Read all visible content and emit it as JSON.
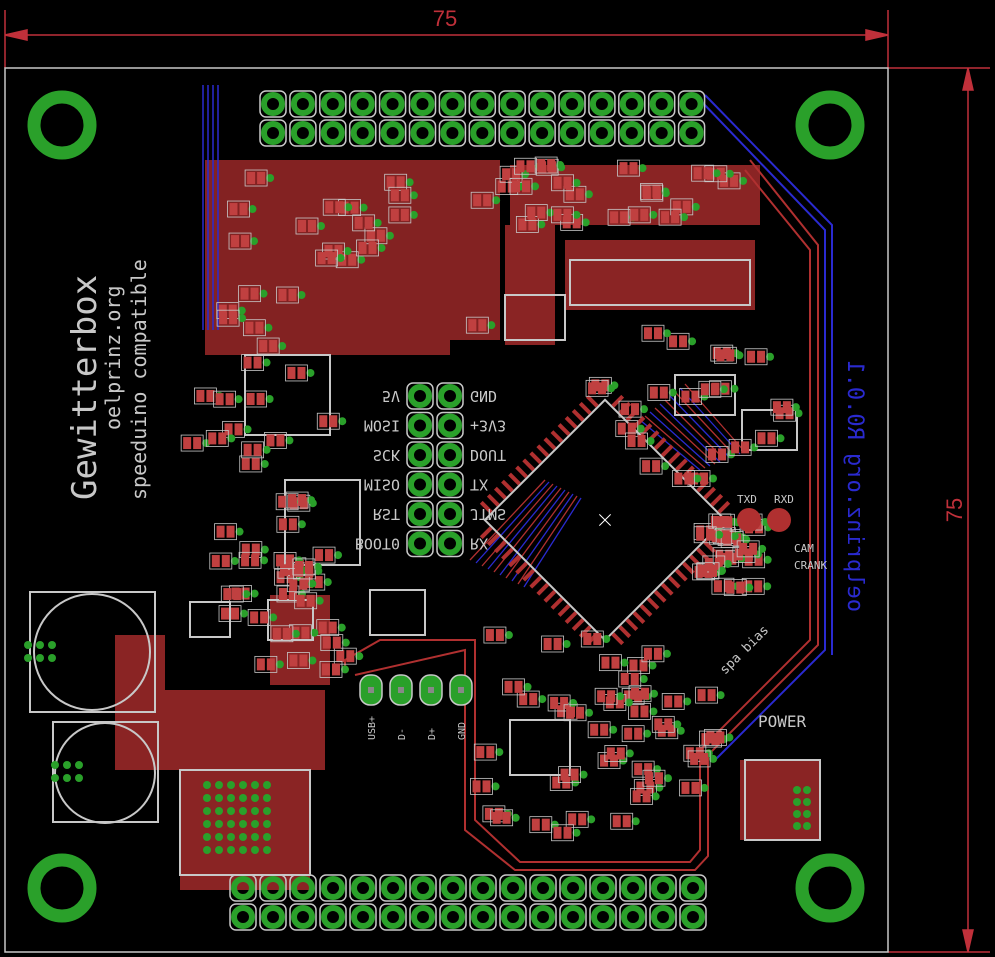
{
  "board": {
    "width_dimension": "75",
    "height_dimension": "75",
    "title": "Gewitterbox",
    "subtitle": "oelprinz.org",
    "compat": "speeduino compatible",
    "revision": "oelprinz.org R0.0.1"
  },
  "labels": {
    "txd": "TXD",
    "rxd": "RXD",
    "cam": "CAM",
    "crank": "CRANK",
    "spa_bias": "spa bias",
    "power": "POWER"
  },
  "usb_pins": [
    "USB+",
    "D-",
    "D+",
    "GND"
  ],
  "header_left_labels": [
    "5V",
    "MOSI",
    "SCK",
    "MISO",
    "RST",
    "BOOT0"
  ],
  "header_right_labels": [
    "GND",
    "+3V3",
    "DOUT",
    "TX",
    "JTMS",
    "RX"
  ],
  "colors": {
    "background": "#000000",
    "top_copper": "#b03030",
    "bottom_copper": "#2a2ad0",
    "pad": "#2aa02a",
    "silkscreen": "#c8c8c8",
    "dimension": "#c0303a"
  }
}
